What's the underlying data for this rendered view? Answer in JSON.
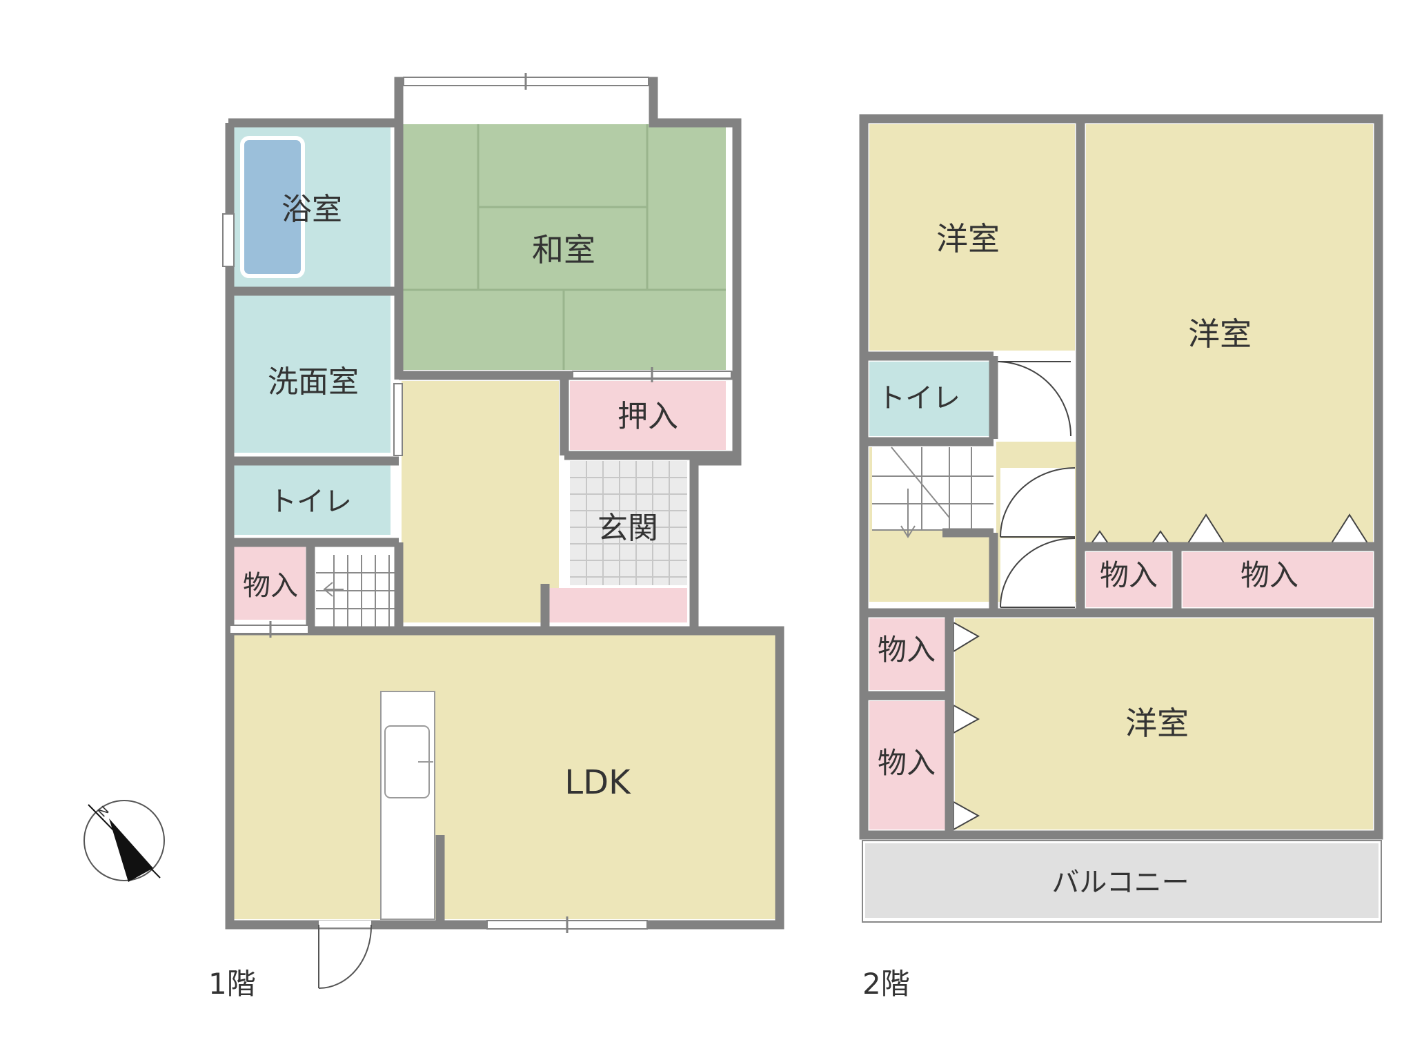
{
  "floor1": {
    "caption": "1階",
    "rooms": {
      "bath": "浴室",
      "washroom": "洗面室",
      "toilet": "トイレ",
      "closet_stair": "物入",
      "japanese_room": "和室",
      "oshiire": "押入",
      "entrance": "玄関",
      "ldk": "LDK"
    }
  },
  "floor2": {
    "caption": "2階",
    "rooms": {
      "western_top_left": "洋室",
      "western_right": "洋室",
      "toilet": "トイレ",
      "closet_right_a": "物入",
      "closet_right_b": "物入",
      "closet_left_a": "物入",
      "closet_left_b": "物入",
      "western_bottom": "洋室",
      "balcony": "バルコニー"
    }
  },
  "compass": {
    "north_label": "N"
  },
  "colors": {
    "wall": "#828282",
    "wet_area": "#c5e4e3",
    "bathtub": "#9bbfda",
    "tatami": "#b3cca6",
    "flooring": "#ede6b9",
    "closet": "#f6d4d9",
    "entrance_tile": "#ebebeb",
    "balcony": "#e0e0e0"
  }
}
